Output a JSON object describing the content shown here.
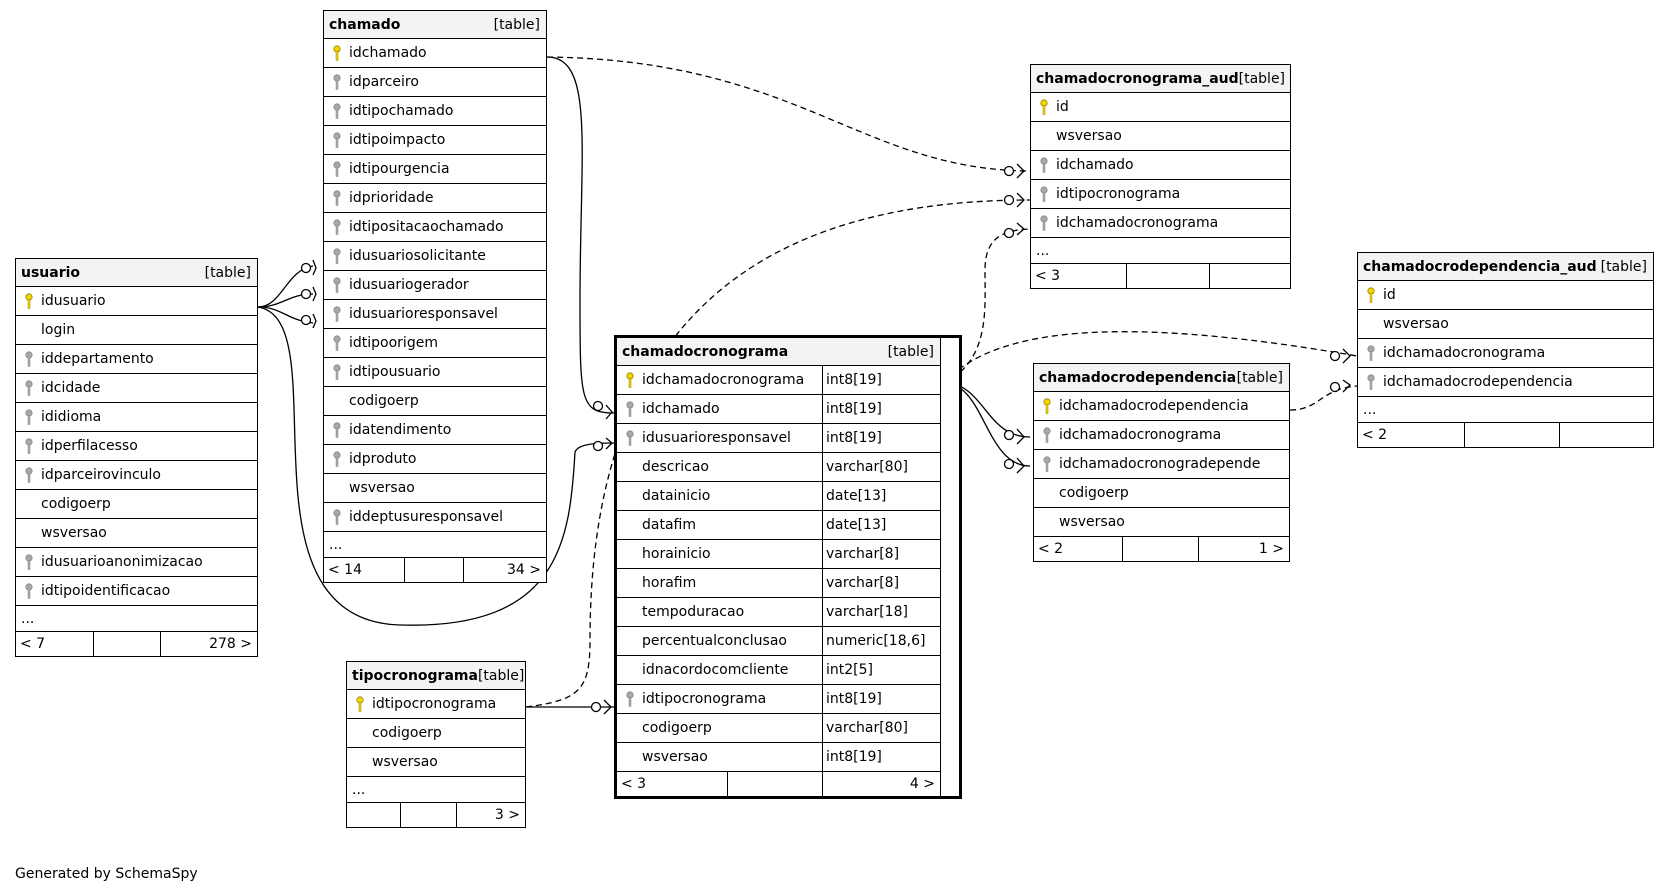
{
  "credit": "Generated by SchemaSpy",
  "colors": {
    "pk": "#f2d400",
    "fk": "#a8a8a8",
    "header": "#f3f3f3",
    "line": "#000000"
  },
  "tables": {
    "usuario": {
      "name": "usuario",
      "kind": "[table]",
      "columns": [
        {
          "name": "idusuario",
          "key": "pk"
        },
        {
          "name": "login",
          "key": ""
        },
        {
          "name": "iddepartamento",
          "key": "fk"
        },
        {
          "name": "idcidade",
          "key": "fk"
        },
        {
          "name": "ididioma",
          "key": "fk"
        },
        {
          "name": "idperfilacesso",
          "key": "fk"
        },
        {
          "name": "idparceirovinculo",
          "key": "fk"
        },
        {
          "name": "codigoerp",
          "key": ""
        },
        {
          "name": "wsversao",
          "key": ""
        },
        {
          "name": "idusuarioanonimizacao",
          "key": "fk"
        },
        {
          "name": "idtipoidentificacao",
          "key": "fk"
        }
      ],
      "more": "...",
      "footer": {
        "left": "< 7",
        "mid": "",
        "right": "278 >"
      }
    },
    "chamado": {
      "name": "chamado",
      "kind": "[table]",
      "columns": [
        {
          "name": "idchamado",
          "key": "pk"
        },
        {
          "name": "idparceiro",
          "key": "fk"
        },
        {
          "name": "idtipochamado",
          "key": "fk"
        },
        {
          "name": "idtipoimpacto",
          "key": "fk"
        },
        {
          "name": "idtipourgencia",
          "key": "fk"
        },
        {
          "name": "idprioridade",
          "key": "fk"
        },
        {
          "name": "idtipositacaochamado",
          "key": "fk"
        },
        {
          "name": "idusuariosolicitante",
          "key": "fk"
        },
        {
          "name": "idusuariogerador",
          "key": "fk"
        },
        {
          "name": "idusuarioresponsavel",
          "key": "fk"
        },
        {
          "name": "idtipoorigem",
          "key": "fk"
        },
        {
          "name": "idtipousuario",
          "key": "fk"
        },
        {
          "name": "codigoerp",
          "key": ""
        },
        {
          "name": "idatendimento",
          "key": "fk"
        },
        {
          "name": "idproduto",
          "key": "fk"
        },
        {
          "name": "wsversao",
          "key": ""
        },
        {
          "name": "iddeptusuresponsavel",
          "key": "fk"
        }
      ],
      "more": "...",
      "footer": {
        "left": "< 14",
        "mid": "",
        "right": "34 >"
      }
    },
    "tipocronograma": {
      "name": "tipocronograma",
      "kind": "[table]",
      "columns": [
        {
          "name": "idtipocronograma",
          "key": "pk"
        },
        {
          "name": "codigoerp",
          "key": ""
        },
        {
          "name": "wsversao",
          "key": ""
        }
      ],
      "more": "...",
      "footer": {
        "left": "",
        "mid": "",
        "right": "3 >"
      }
    },
    "chamadocronograma": {
      "name": "chamadocronograma",
      "kind": "[table]",
      "columns": [
        {
          "name": "idchamadocronograma",
          "key": "pk",
          "type": "int8[19]"
        },
        {
          "name": "idchamado",
          "key": "fk",
          "type": "int8[19]"
        },
        {
          "name": "idusuarioresponsavel",
          "key": "fk",
          "type": "int8[19]"
        },
        {
          "name": "descricao",
          "key": "",
          "type": "varchar[80]"
        },
        {
          "name": "datainicio",
          "key": "",
          "type": "date[13]"
        },
        {
          "name": "datafim",
          "key": "",
          "type": "date[13]"
        },
        {
          "name": "horainicio",
          "key": "",
          "type": "varchar[8]"
        },
        {
          "name": "horafim",
          "key": "",
          "type": "varchar[8]"
        },
        {
          "name": "tempoduracao",
          "key": "",
          "type": "varchar[18]"
        },
        {
          "name": "percentualconclusao",
          "key": "",
          "type": "numeric[18,6]"
        },
        {
          "name": "idnacordocomcliente",
          "key": "",
          "type": "int2[5]"
        },
        {
          "name": "idtipocronograma",
          "key": "fk",
          "type": "int8[19]"
        },
        {
          "name": "codigoerp",
          "key": "",
          "type": "varchar[80]"
        },
        {
          "name": "wsversao",
          "key": "",
          "type": "int8[19]"
        }
      ],
      "footer": {
        "left": "< 3",
        "mid": "",
        "right": "4 >"
      }
    },
    "chamadocronograma_aud": {
      "name": "chamadocronograma_aud",
      "kind": "[table]",
      "columns": [
        {
          "name": "id",
          "key": "pk"
        },
        {
          "name": "wsversao",
          "key": ""
        },
        {
          "name": "idchamado",
          "key": "fk"
        },
        {
          "name": "idtipocronograma",
          "key": "fk"
        },
        {
          "name": "idchamadocronograma",
          "key": "fk"
        }
      ],
      "more": "...",
      "footer": {
        "left": "< 3",
        "mid": "",
        "right": ""
      }
    },
    "chamadocrodependencia": {
      "name": "chamadocrodependencia",
      "kind": "[table]",
      "columns": [
        {
          "name": "idchamadocrodependencia",
          "key": "pk"
        },
        {
          "name": "idchamadocronograma",
          "key": "fk"
        },
        {
          "name": "idchamadocronogradepende",
          "key": "fk"
        },
        {
          "name": "codigoerp",
          "key": ""
        },
        {
          "name": "wsversao",
          "key": ""
        }
      ],
      "footer": {
        "left": "< 2",
        "mid": "",
        "right": "1 >"
      }
    },
    "chamadocrodependencia_aud": {
      "name": "chamadocrodependencia_aud",
      "kind": "[table]",
      "columns": [
        {
          "name": "id",
          "key": "pk"
        },
        {
          "name": "wsversao",
          "key": ""
        },
        {
          "name": "idchamadocronograma",
          "key": "fk"
        },
        {
          "name": "idchamadocrodependencia",
          "key": "fk"
        }
      ],
      "more": "...",
      "footer": {
        "left": "< 2",
        "mid": "",
        "right": ""
      }
    }
  }
}
